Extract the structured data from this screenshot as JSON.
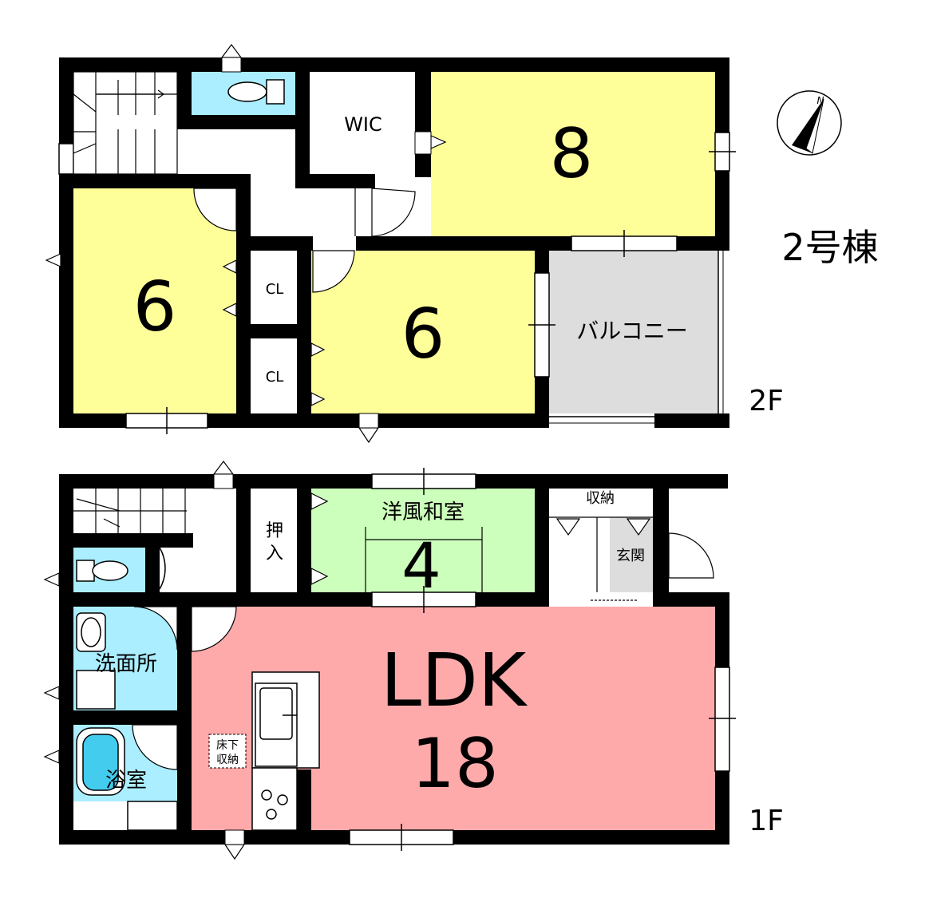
{
  "building": {
    "label": "2号棟"
  },
  "floors": {
    "second": {
      "label": "2F",
      "rooms": {
        "bed8": {
          "number": "8"
        },
        "bed6_left": {
          "number": "6"
        },
        "bed6_mid": {
          "number": "6"
        },
        "wic": {
          "label": "WIC"
        },
        "cl_top": {
          "label": "CL"
        },
        "cl_bottom": {
          "label": "CL"
        },
        "balcony": {
          "label": "バルコニー"
        }
      }
    },
    "first": {
      "label": "1F",
      "rooms": {
        "japanese": {
          "label": "洋風和室",
          "number": "4"
        },
        "oshiire": {
          "label_line1": "押",
          "label_line2": "入"
        },
        "storage": {
          "label": "収納"
        },
        "entrance": {
          "label": "玄関"
        },
        "ldk": {
          "label": "LDK",
          "number": "18"
        },
        "washroom": {
          "label": "洗面所"
        },
        "bath": {
          "label": "浴室"
        },
        "underfloor": {
          "label_line1": "床下",
          "label_line2": "収納"
        }
      }
    }
  },
  "compass": {
    "north_label": "N"
  },
  "colors": {
    "bedroom": "#ffff99",
    "balcony": "#dddddd",
    "japanese": "#ccffbb",
    "ldk": "#ffaaaa",
    "water": "#aaeeff",
    "wall": "#000000"
  }
}
